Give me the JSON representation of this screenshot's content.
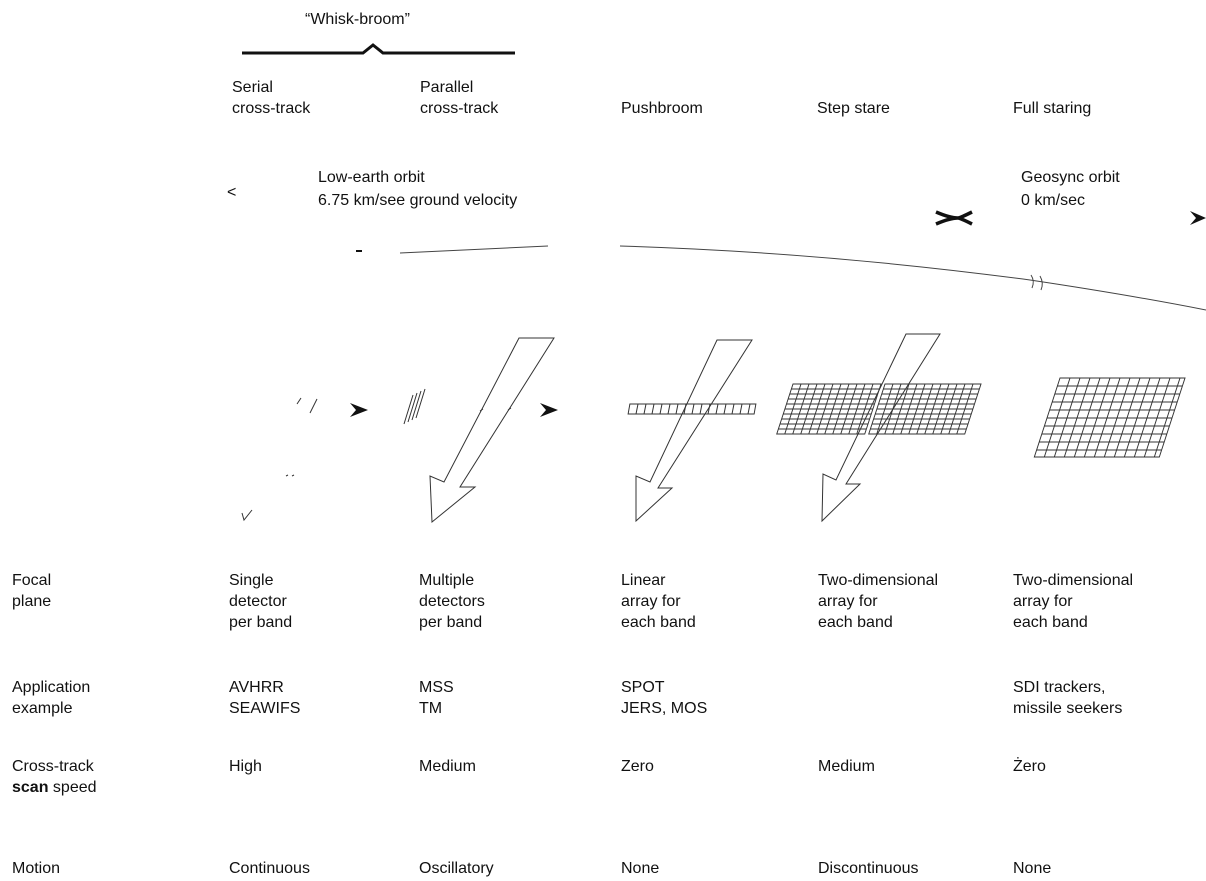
{
  "header": {
    "whisk_broom": "“Whisk-broom”",
    "columns": [
      "Serial\ncross-track",
      "Parallel\ncross-track",
      "Pushbroom",
      "Step stare",
      "Full staring"
    ]
  },
  "orbits": {
    "left_arrow": "<",
    "leo_line1": "Low-earth orbit",
    "leo_line2": "6.75 km/see ground velocity",
    "geo_line1": "Geosync orbit",
    "geo_line2": "0 km/sec"
  },
  "rows": {
    "focal_plane": {
      "label": "Focal\nplane",
      "values": [
        "Single\ndetector\nper band",
        "Multiple\ndetectors\nper band",
        "Linear\narray for\neach band",
        "Two-dimensional\narray for\neach band",
        "Two-dimensional\narray for\neach band"
      ]
    },
    "application": {
      "label": "Application\nexample",
      "values": [
        "AVHRR\nSEAWIFS",
        "MSS\nTM",
        "SPOT\nJERS, MOS",
        "",
        "SDI trackers,\nmissile seekers"
      ]
    },
    "scan_speed": {
      "label_line1": "Cross-track",
      "label_bold": "scan",
      "label_rest": " speed",
      "values": [
        "High",
        "Medium",
        "Zero",
        "Medium",
        "Żero"
      ]
    },
    "motion": {
      "label": "Motion",
      "values": [
        "Continuous",
        "Oscillatory",
        "None",
        "Discontinuous",
        "None"
      ]
    }
  }
}
